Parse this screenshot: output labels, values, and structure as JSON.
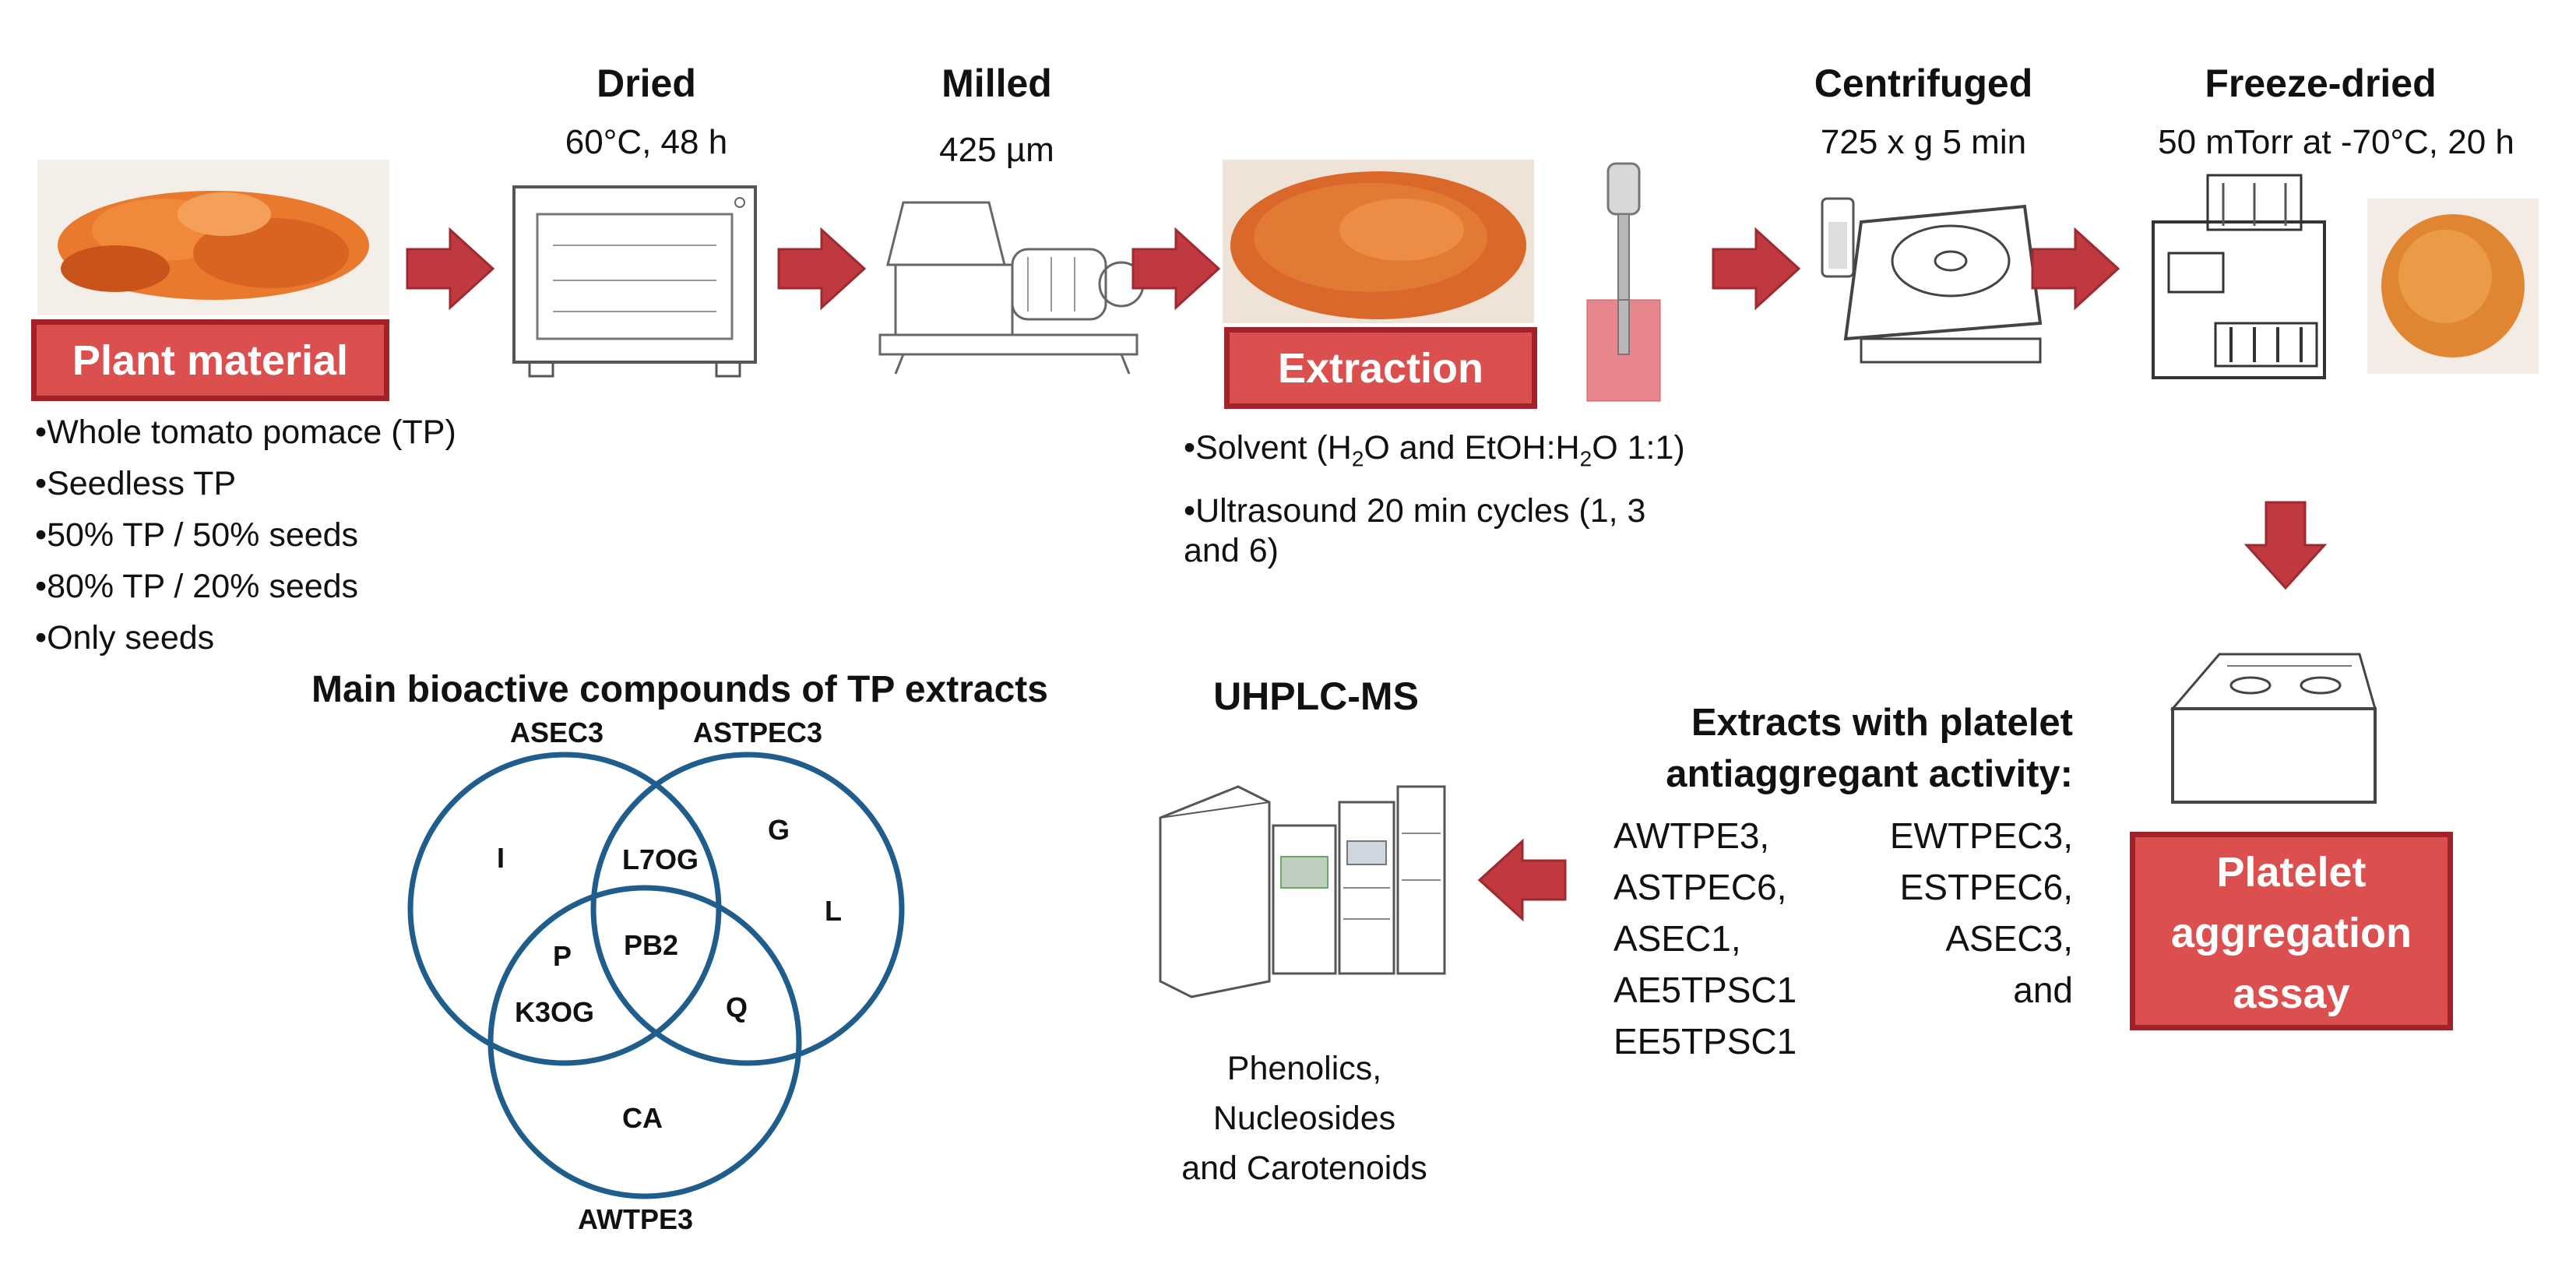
{
  "stages": {
    "dried": {
      "title": "Dried",
      "param": "60°C, 48 h"
    },
    "milled": {
      "title": "Milled",
      "param": "425 µm"
    },
    "centrifuged": {
      "title": "Centrifuged",
      "param": "725 x g 5 min"
    },
    "freeze_dried": {
      "title": "Freeze-dried",
      "param": "50 mTorr at -70°C, 20 h"
    }
  },
  "plant_material": {
    "label": "Plant material",
    "items": [
      "Whole tomato pomace (TP)",
      "Seedless TP",
      "50% TP / 50% seeds",
      "80% TP / 20% seeds",
      "Only seeds"
    ]
  },
  "extraction": {
    "label": "Extraction",
    "solvent": {
      "prefix": "Solvent (H",
      "sub1": "2",
      "mid": "O and EtOH:H",
      "sub2": "2",
      "suffix": "O 1:1)"
    },
    "ultrasound_line1": "Ultrasound 20 min cycles (1, 3",
    "ultrasound_line2": "and 6)"
  },
  "platelet": {
    "line1": "Platelet",
    "line2": "aggregation",
    "line3": "assay"
  },
  "extracts": {
    "title_line1": "Extracts with platelet",
    "title_line2": "antiaggregant activity:",
    "list": [
      "AWTPE3,",
      "EWTPEC3,",
      "ASTPEC6,",
      "ESTPEC6,",
      "ASEC1,",
      "ASEC3,",
      "AE5TPSC1",
      "and",
      "EE5TPSC1"
    ]
  },
  "uhplc": {
    "title": "UHPLC-MS",
    "caption_line1": "Phenolics,",
    "caption_line2": "Nucleosides",
    "caption_line3": "and Carotenoids"
  },
  "venn": {
    "title": "Main bioactive compounds of TP extracts",
    "set_a": "ASEC3",
    "set_b": "ASTPEC3",
    "set_c": "AWTPE3",
    "items": {
      "I": "I",
      "G": "G",
      "L": "L",
      "L7OG": "L7OG",
      "PB2": "PB2",
      "P": "P",
      "K3OG": "K3OG",
      "Q": "Q",
      "CA": "CA"
    }
  },
  "colors": {
    "accent_red": "#dc4f4f",
    "dark_red": "#a3222a",
    "arrow_red": "#c0393f",
    "venn_blue": "#1f5d8c"
  }
}
